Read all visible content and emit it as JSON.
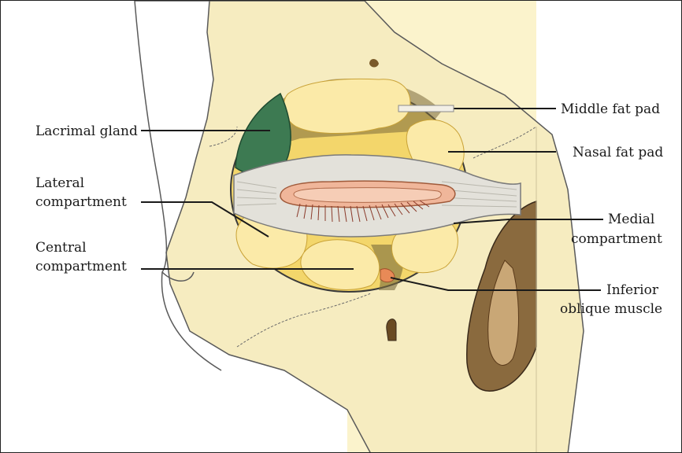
{
  "labels": {
    "lacrimal_gland": "Lacrimal gland",
    "lateral_line1": "Lateral",
    "lateral_line2": "compartment",
    "central_line1": "Central",
    "central_line2": "compartment",
    "middle_fat_pad": "Middle fat pad",
    "nasal_fat_pad": "Nasal fat pad",
    "medial_line1": "Medial",
    "medial_line2": "compartment",
    "inferior_line1": "Inferior",
    "inferior_line2": "oblique muscle"
  },
  "colors": {
    "bone": "#f6ecc0",
    "soft_bg": "#fbf3cc",
    "fat": "#f3d66b",
    "fat_light": "#fbeaa8",
    "septum": "#7a6a3a",
    "gland": "#3d7a52",
    "globe": "#e3e1da",
    "lid": "#f0b69a",
    "muscle": "#e88a57",
    "cavity": "#8a6a3e",
    "outline": "#3a3a3a"
  }
}
